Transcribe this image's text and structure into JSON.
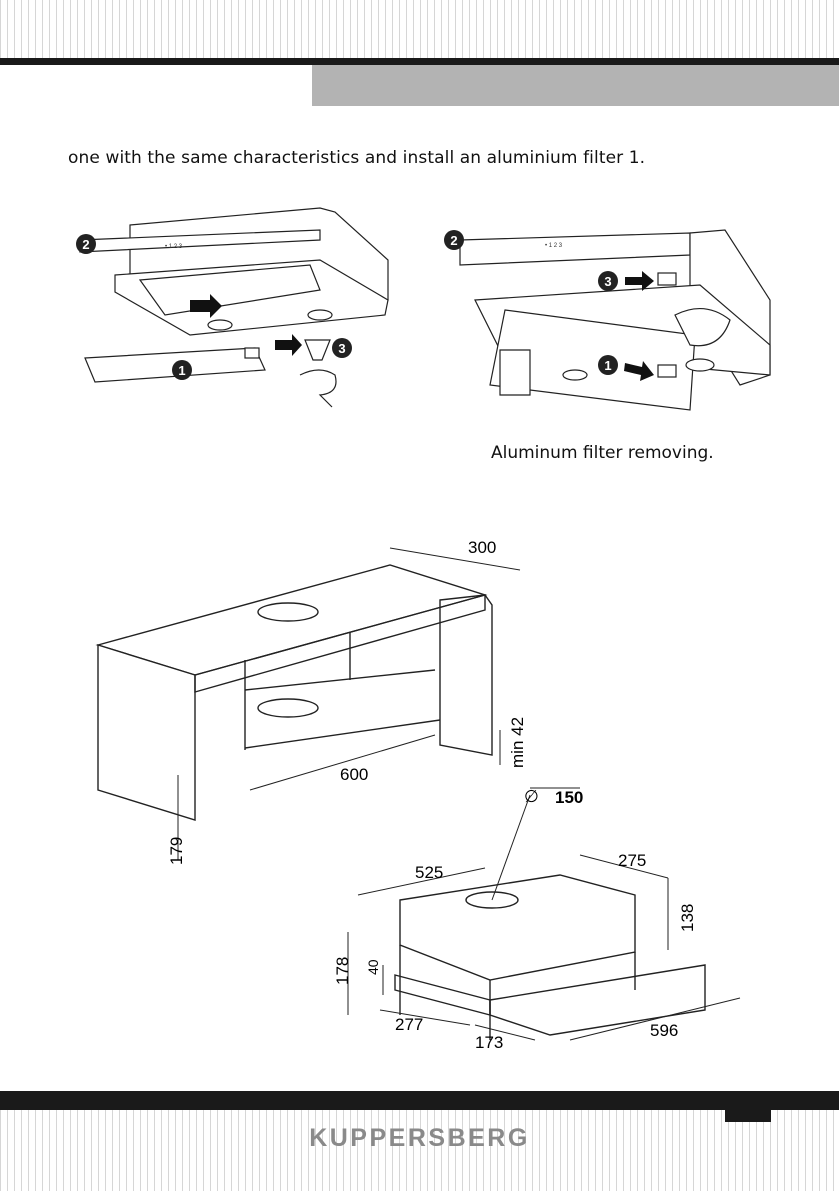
{
  "intro_text": "one with the same characteristics and install an aluminium filter 1.",
  "caption": "Aluminum filter removing.",
  "callouts": {
    "one": "1",
    "two": "2",
    "three": "3"
  },
  "control_panel_dots": "•  1  2  3",
  "dimensions": {
    "cabinet_depth": "300",
    "cabinet_width": "600",
    "min_gap": "min 42",
    "front_height": "179",
    "duct_diameter": "150",
    "hood_depth": "525",
    "top_depth": "275",
    "body_height": "138",
    "total_height": "178",
    "panel_height": "40",
    "front_offset": "277",
    "slide_depth": "173",
    "hood_width": "596"
  },
  "brand": "KUPPERSBERG",
  "colors": {
    "dark_bar": "#1a1a1a",
    "header_panel": "#b3b3b3",
    "brand_text": "#8a8a8a"
  }
}
